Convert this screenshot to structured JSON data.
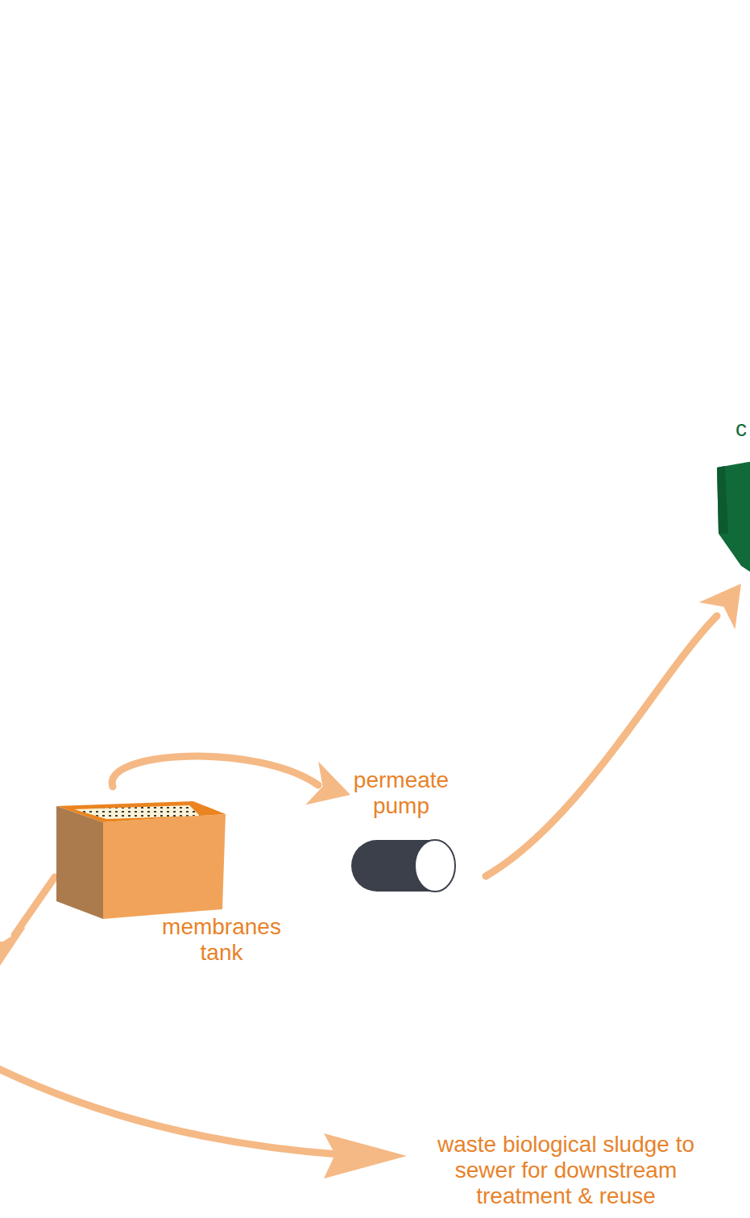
{
  "diagram": {
    "nodes": [
      {
        "text": [
          "membranes tank"
        ]
      },
      {
        "text": [
          "permeate pump"
        ]
      },
      {
        "text": [
          "c"
        ]
      }
    ],
    "edges": [
      {
        "from": 0,
        "to": 1,
        "arrow": "to"
      },
      {
        "from": 1,
        "to": 2,
        "arrow": "to"
      }
    ],
    "labels": [
      "waste biological sludge to sewer for downstream treatment & reuse"
    ]
  }
}
